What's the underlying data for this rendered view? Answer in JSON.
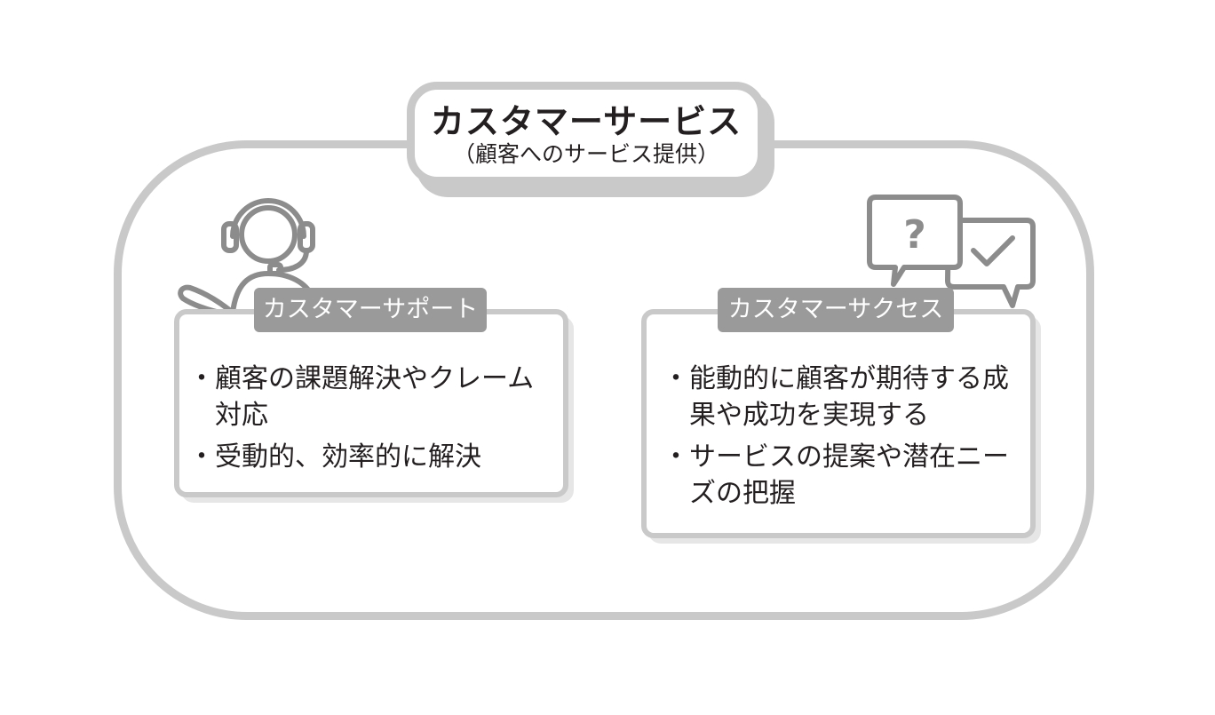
{
  "title": {
    "main": "カスタマーサービス",
    "sub": "（顧客へのサービス提供）"
  },
  "support": {
    "label": "カスタマーサポート",
    "icon": "headset-person-icon",
    "items": [
      "顧客の課題解決やクレーム対応",
      "受動的、効率的に解決"
    ]
  },
  "success": {
    "label": "カスタマーサクセス",
    "icon": "chat-bubbles-question-check-icon",
    "question_mark": "?",
    "items": [
      "能動的に顧客が期待する成果や成功を実現する",
      "サービスの提案や潜在ニーズの把握"
    ]
  },
  "colors": {
    "frame": "#c9c9c9",
    "label_bg": "#9a9a9a",
    "icon": "#8c8c8c",
    "text": "#231f20"
  }
}
